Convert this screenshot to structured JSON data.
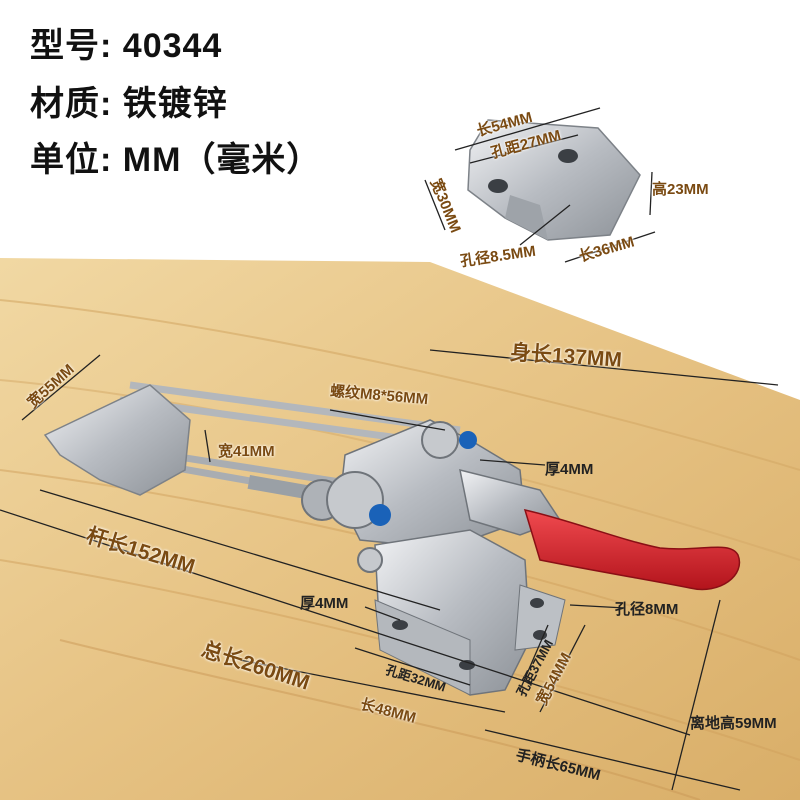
{
  "specs": [
    {
      "label": "型号:",
      "value": "40344"
    },
    {
      "label": "材质:",
      "value": "铁镀锌"
    },
    {
      "label": "单位:",
      "value": "MM（毫米）"
    }
  ],
  "bracket_dims": {
    "length": "长54MM",
    "hole_spacing": "孔距27MM",
    "width": "宽30MM",
    "height": "高23MM",
    "hole_dia": "孔径8.5MM",
    "length2": "长36MM"
  },
  "clamp_dims": {
    "body_length": "身长137MM",
    "thread": "螺纹M8*56MM",
    "width55": "宽55MM",
    "width41": "宽41MM",
    "thickness_top": "厚4MM",
    "rod_length": "杆长152MM",
    "thickness_base": "厚4MM",
    "hole_dia": "孔径8MM",
    "total_length": "总长260MM",
    "hole_spacing32": "孔距32MM",
    "hole_spacing37": "孔距37MM",
    "width54": "宽54MM",
    "length48": "长48MM",
    "height_ground": "离地高59MM",
    "handle_length": "手柄长65MM"
  },
  "colors": {
    "wood": "#e9c98c",
    "metal": "#c9ccd0",
    "handle": "#d2202a",
    "dim_text": "#7a4a12"
  }
}
